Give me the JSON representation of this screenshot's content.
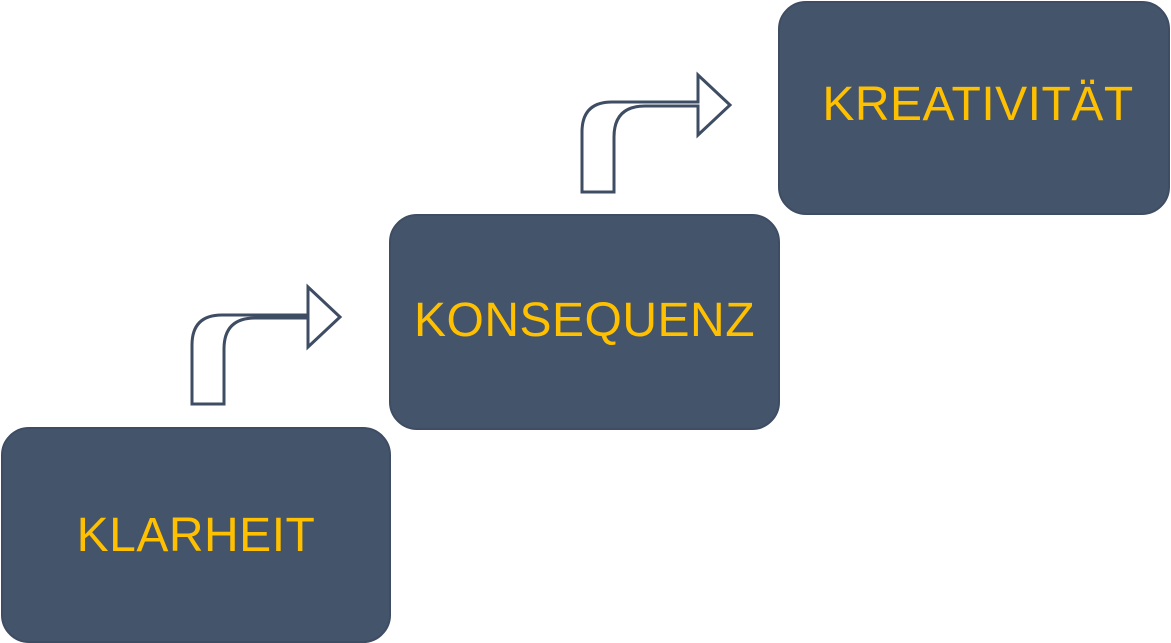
{
  "colors": {
    "box_fill": "#44546a",
    "box_border": "#3e4d63",
    "label_text": "#ffc000",
    "arrow_fill": "#ffffff",
    "arrow_stroke": "#3e4d63"
  },
  "steps": [
    {
      "label": "KLARHEIT"
    },
    {
      "label": "KONSEQUENZ"
    },
    {
      "label": "KREATIVITÄT"
    }
  ],
  "connectors": [
    {
      "icon": "bent-up-right-arrow-icon",
      "from": "KLARHEIT",
      "to": "KONSEQUENZ"
    },
    {
      "icon": "bent-up-right-arrow-icon",
      "from": "KONSEQUENZ",
      "to": "KREATIVITÄT"
    }
  ]
}
